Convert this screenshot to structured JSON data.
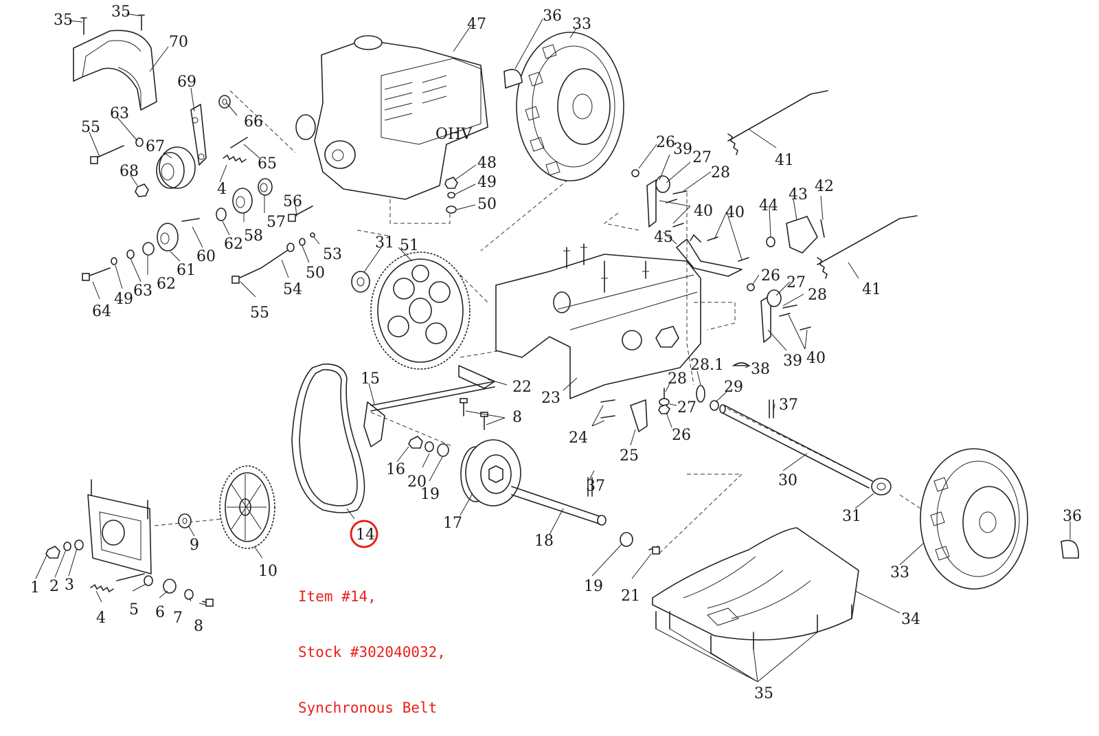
{
  "diagram": {
    "part_labels": [
      {
        "id": "35a",
        "text": "35"
      },
      {
        "id": "35b",
        "text": "35"
      },
      {
        "id": "70",
        "text": "70"
      },
      {
        "id": "69",
        "text": "69"
      },
      {
        "id": "66",
        "text": "66"
      },
      {
        "id": "63a",
        "text": "63"
      },
      {
        "id": "55a",
        "text": "55"
      },
      {
        "id": "67",
        "text": "67"
      },
      {
        "id": "65",
        "text": "65"
      },
      {
        "id": "68",
        "text": "68"
      },
      {
        "id": "4a",
        "text": "4"
      },
      {
        "id": "56",
        "text": "56"
      },
      {
        "id": "57",
        "text": "57"
      },
      {
        "id": "58",
        "text": "58"
      },
      {
        "id": "62a",
        "text": "62"
      },
      {
        "id": "60",
        "text": "60"
      },
      {
        "id": "61",
        "text": "61"
      },
      {
        "id": "62b",
        "text": "62"
      },
      {
        "id": "63b",
        "text": "63"
      },
      {
        "id": "49a",
        "text": "49"
      },
      {
        "id": "64",
        "text": "64"
      },
      {
        "id": "53",
        "text": "53"
      },
      {
        "id": "50a",
        "text": "50"
      },
      {
        "id": "54",
        "text": "54"
      },
      {
        "id": "55b",
        "text": "55"
      },
      {
        "id": "47",
        "text": "47"
      },
      {
        "id": "48",
        "text": "48"
      },
      {
        "id": "49b",
        "text": "49"
      },
      {
        "id": "50b",
        "text": "50"
      },
      {
        "id": "36a",
        "text": "36"
      },
      {
        "id": "33a",
        "text": "33"
      },
      {
        "id": "31a",
        "text": "31"
      },
      {
        "id": "51",
        "text": "51"
      },
      {
        "id": "41a",
        "text": "41"
      },
      {
        "id": "26a",
        "text": "26"
      },
      {
        "id": "39a",
        "text": "39"
      },
      {
        "id": "27a",
        "text": "27"
      },
      {
        "id": "28a",
        "text": "28"
      },
      {
        "id": "40a",
        "text": "40"
      },
      {
        "id": "40b",
        "text": "40"
      },
      {
        "id": "45",
        "text": "45"
      },
      {
        "id": "44",
        "text": "44"
      },
      {
        "id": "43",
        "text": "43"
      },
      {
        "id": "42",
        "text": "42"
      },
      {
        "id": "41b",
        "text": "41"
      },
      {
        "id": "26b",
        "text": "26"
      },
      {
        "id": "27b",
        "text": "27"
      },
      {
        "id": "28b",
        "text": "28"
      },
      {
        "id": "39b",
        "text": "39"
      },
      {
        "id": "40c",
        "text": "40"
      },
      {
        "id": "28.1",
        "text": "28.1"
      },
      {
        "id": "38",
        "text": "38"
      },
      {
        "id": "29",
        "text": "29"
      },
      {
        "id": "37a",
        "text": "37"
      },
      {
        "id": "15",
        "text": "15"
      },
      {
        "id": "22",
        "text": "22"
      },
      {
        "id": "23",
        "text": "23"
      },
      {
        "id": "28c",
        "text": "28"
      },
      {
        "id": "27c",
        "text": "27"
      },
      {
        "id": "8a",
        "text": "8"
      },
      {
        "id": "24",
        "text": "24"
      },
      {
        "id": "25",
        "text": "25"
      },
      {
        "id": "26c",
        "text": "26"
      },
      {
        "id": "30",
        "text": "30"
      },
      {
        "id": "16",
        "text": "16"
      },
      {
        "id": "20",
        "text": "20"
      },
      {
        "id": "19a",
        "text": "19"
      },
      {
        "id": "17",
        "text": "17"
      },
      {
        "id": "37b",
        "text": "37"
      },
      {
        "id": "18",
        "text": "18"
      },
      {
        "id": "31b",
        "text": "31"
      },
      {
        "id": "36b",
        "text": "36"
      },
      {
        "id": "33b",
        "text": "33"
      },
      {
        "id": "14",
        "text": "14"
      },
      {
        "id": "9",
        "text": "9"
      },
      {
        "id": "10",
        "text": "10"
      },
      {
        "id": "1",
        "text": "1"
      },
      {
        "id": "2",
        "text": "2"
      },
      {
        "id": "3",
        "text": "3"
      },
      {
        "id": "4b",
        "text": "4"
      },
      {
        "id": "5",
        "text": "5"
      },
      {
        "id": "6",
        "text": "6"
      },
      {
        "id": "7",
        "text": "7"
      },
      {
        "id": "8b",
        "text": "8"
      },
      {
        "id": "19b",
        "text": "19"
      },
      {
        "id": "21",
        "text": "21"
      },
      {
        "id": "34",
        "text": "34"
      },
      {
        "id": "35c",
        "text": "35"
      }
    ],
    "engine_badge": "OHV"
  },
  "callout": {
    "item_label": "14",
    "line1": "Item #14,",
    "line2": "Stock #302040032,",
    "line3": "Synchronous Belt",
    "color": "#e8211b"
  }
}
